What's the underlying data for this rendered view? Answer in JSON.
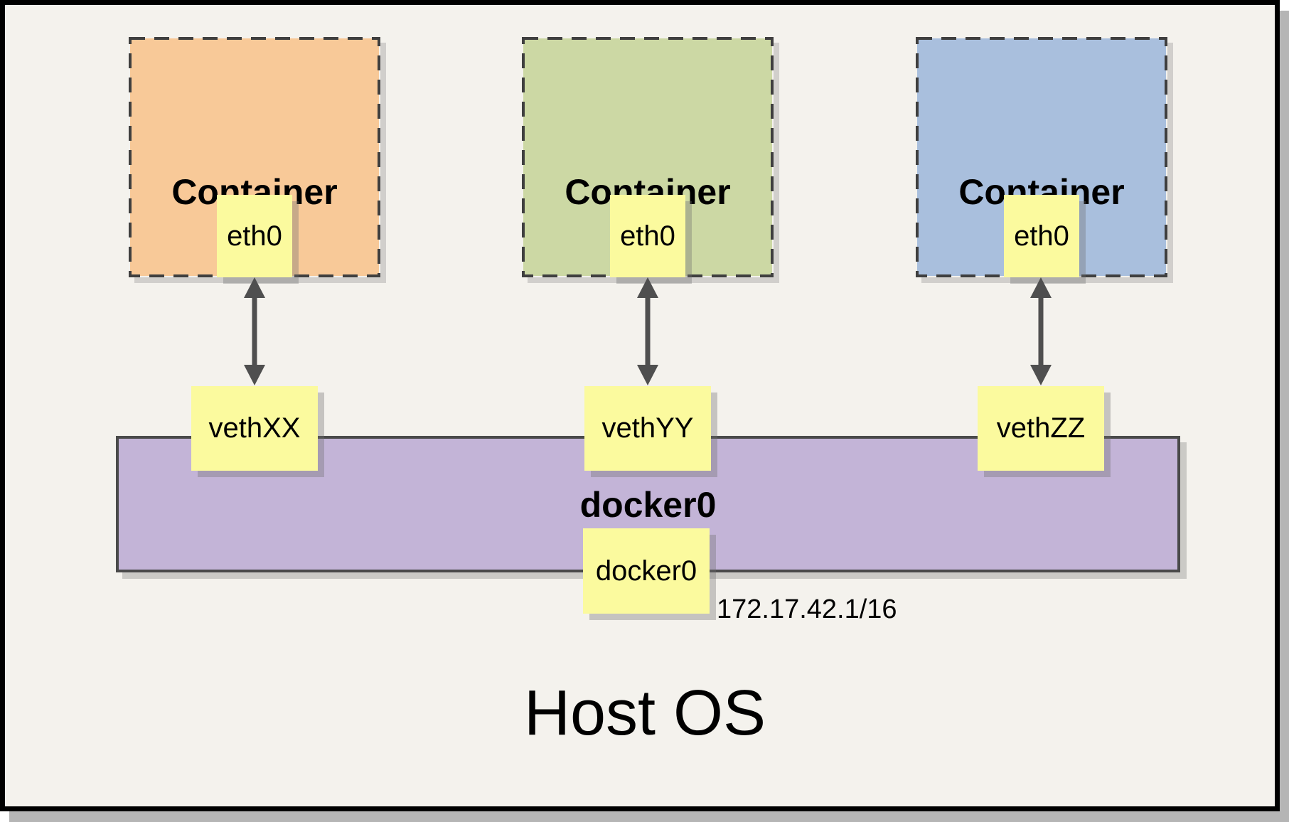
{
  "diagram": {
    "containers": [
      {
        "label": "Container",
        "interface": "eth0",
        "fill": "#f8c998"
      },
      {
        "label": "Container",
        "interface": "eth0",
        "fill": "#ccd8a4"
      },
      {
        "label": "Container",
        "interface": "eth0",
        "fill": "#a9bfdd"
      }
    ],
    "veths": [
      {
        "label": "vethXX"
      },
      {
        "label": "vethYY"
      },
      {
        "label": "vethZZ"
      }
    ],
    "bridge": {
      "label": "docker0",
      "interface": "docker0",
      "ip": "172.17.42.1/16",
      "fill": "#c3b4d7"
    },
    "host": {
      "label": "Host OS"
    },
    "colors": {
      "background": "#f4f2ed",
      "frame_border": "#000000",
      "port_yellow": "#fbfa9e",
      "bridge_purple": "#c3b4d7",
      "dashed_border": "#3f3f3f",
      "arrow_gray": "#4f4f4f",
      "shadow_gray": "#b5b5b5"
    }
  }
}
